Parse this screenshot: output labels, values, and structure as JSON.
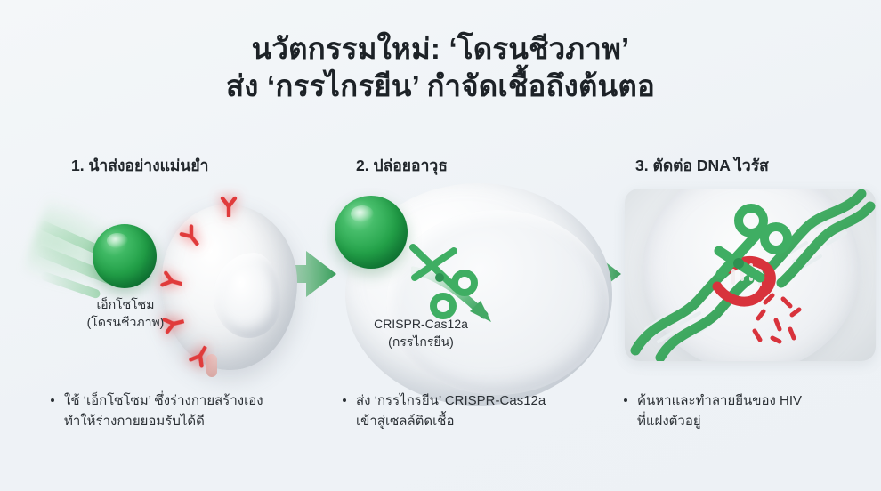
{
  "title": {
    "line1": "นวัตกรรมใหม่: ‘โดรนชีวภาพ’",
    "line2": "ส่ง ‘กรรไกรยีน’ กำจัดเชื้อถึงต้นตอ"
  },
  "colors": {
    "background": "#eef2f6",
    "title_text": "#1d2227",
    "body_text": "#2b3035",
    "green_primary": "#22a048",
    "green_light": "#7ed897",
    "green_arrow_start": "#d5ecdb",
    "green_arrow_end": "#3a9e5c",
    "red_receptor": "#e03b3b",
    "red_dna": "#d8333c",
    "cell_white": "#f2f4f6"
  },
  "steps": [
    {
      "heading": "1. นำส่งอย่างแม่นยำ",
      "art_label_line1": "เอ็กโซโซม",
      "art_label_line2": "(โดรนชีวภาพ)",
      "icons": [
        "exosome-sphere-icon",
        "motion-trail-icon",
        "target-cell-icon",
        "receptor-icon"
      ],
      "bullet": {
        "line1": "ใช้ ‘เอ็กโซโซม’ ซึ่งร่างกายสร้างเอง",
        "line2": "ทำให้ร่างกายยอมรับได้ดี"
      }
    },
    {
      "heading": "2. ปล่อยอาวุธ",
      "art_label_line1": "CRISPR-Cas12a",
      "art_label_line2": "(กรรไกรยีน)",
      "icons": [
        "vesicle-icon",
        "scissors-icon",
        "release-arrow-icon",
        "cell-dish-icon"
      ],
      "bullet": {
        "line1": "ส่ง ‘กรรไกรยีน’ CRISPR-Cas12a",
        "line2": "เข้าสู่เซลล์ติดเชื้อ"
      }
    },
    {
      "heading": "3. ตัดต่อ DNA ไวรัส",
      "art_label_line1": "",
      "art_label_line2": "",
      "icons": [
        "dna-helix-icon",
        "scissors-icon",
        "cut-fragments-icon"
      ],
      "bullet": {
        "line1": "ค้นหาและทำลายยีนของ HIV",
        "line2": "ที่แฝงตัวอยู่"
      }
    }
  ],
  "arrows": [
    {
      "name": "step-1-to-2-arrow",
      "direction": "right"
    },
    {
      "name": "step-2-to-3-arrow",
      "direction": "right"
    }
  ]
}
